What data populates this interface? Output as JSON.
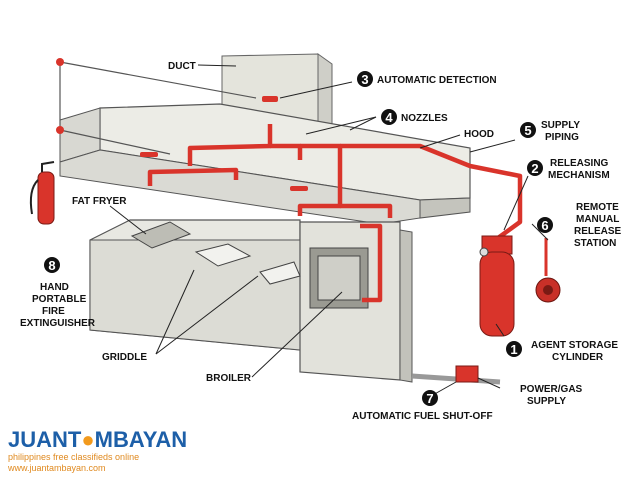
{
  "labels": {
    "duct": "DUCT",
    "automatic_detection": "AUTOMATIC DETECTION",
    "nozzles": "NOZZLES",
    "hood": "HOOD",
    "supply_piping_1": "SUPPLY",
    "supply_piping_2": "PIPING",
    "releasing_1": "RELEASING",
    "releasing_2": "MECHANISM",
    "remote_1": "REMOTE",
    "remote_2": "MANUAL",
    "remote_3": "RELEASE",
    "remote_4": "STATION",
    "fat_fryer": "FAT FRYER",
    "hand_1": "HAND",
    "hand_2": "PORTABLE",
    "hand_3": "FIRE",
    "hand_4": "EXTINGUISHER",
    "griddle": "GRIDDLE",
    "broiler": "BROILER",
    "agent_1": "AGENT STORAGE",
    "agent_2": "CYLINDER",
    "power_1": "POWER/GAS",
    "power_2": "SUPPLY",
    "fuel_shutoff": "AUTOMATIC FUEL SHUT-OFF"
  },
  "numbers": {
    "n1": "1",
    "n2": "2",
    "n3": "3",
    "n4": "4",
    "n5": "5",
    "n6": "6",
    "n7": "7",
    "n8": "8"
  },
  "watermark": {
    "brand_part1": "JUANT",
    "brand_part2": "MBAYAN",
    "tagline": "philippines free classifieds online",
    "site": "www.juantambayan.com"
  },
  "colors": {
    "pipe": "#d9342b",
    "steel": "#e6e6e0",
    "steel_dark": "#b9b9b2",
    "badge": "#111111"
  }
}
